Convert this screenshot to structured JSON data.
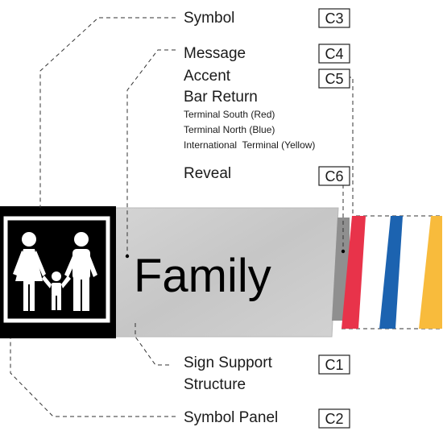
{
  "sign_text": "Family",
  "labels": {
    "symbol": "Symbol",
    "message": "Message",
    "accent": "Accent",
    "bar_return": "Bar Return",
    "terminal_south": "Terminal South (Red)",
    "terminal_north": "Terminal North (Blue)",
    "international": "International  Terminal (Yellow)",
    "reveal": "Reveal",
    "sign_support_line1": "Sign Support",
    "sign_support_line2": "Structure",
    "symbol_panel": "Symbol Panel"
  },
  "codes": {
    "symbol": "C3",
    "message": "C4",
    "accent": "C5",
    "reveal": "C6",
    "sign_support": "C1",
    "symbol_panel": "C2"
  },
  "colors": {
    "panel_black": "#000000",
    "sign_silver": "#cfcfcf",
    "accent_red": "#e8334a",
    "accent_blue": "#1c63b0",
    "accent_yellow": "#f8bb3c",
    "reveal_gray": "#8f8f8f"
  },
  "icons": {
    "symbol": "family-pictogram-icon"
  }
}
